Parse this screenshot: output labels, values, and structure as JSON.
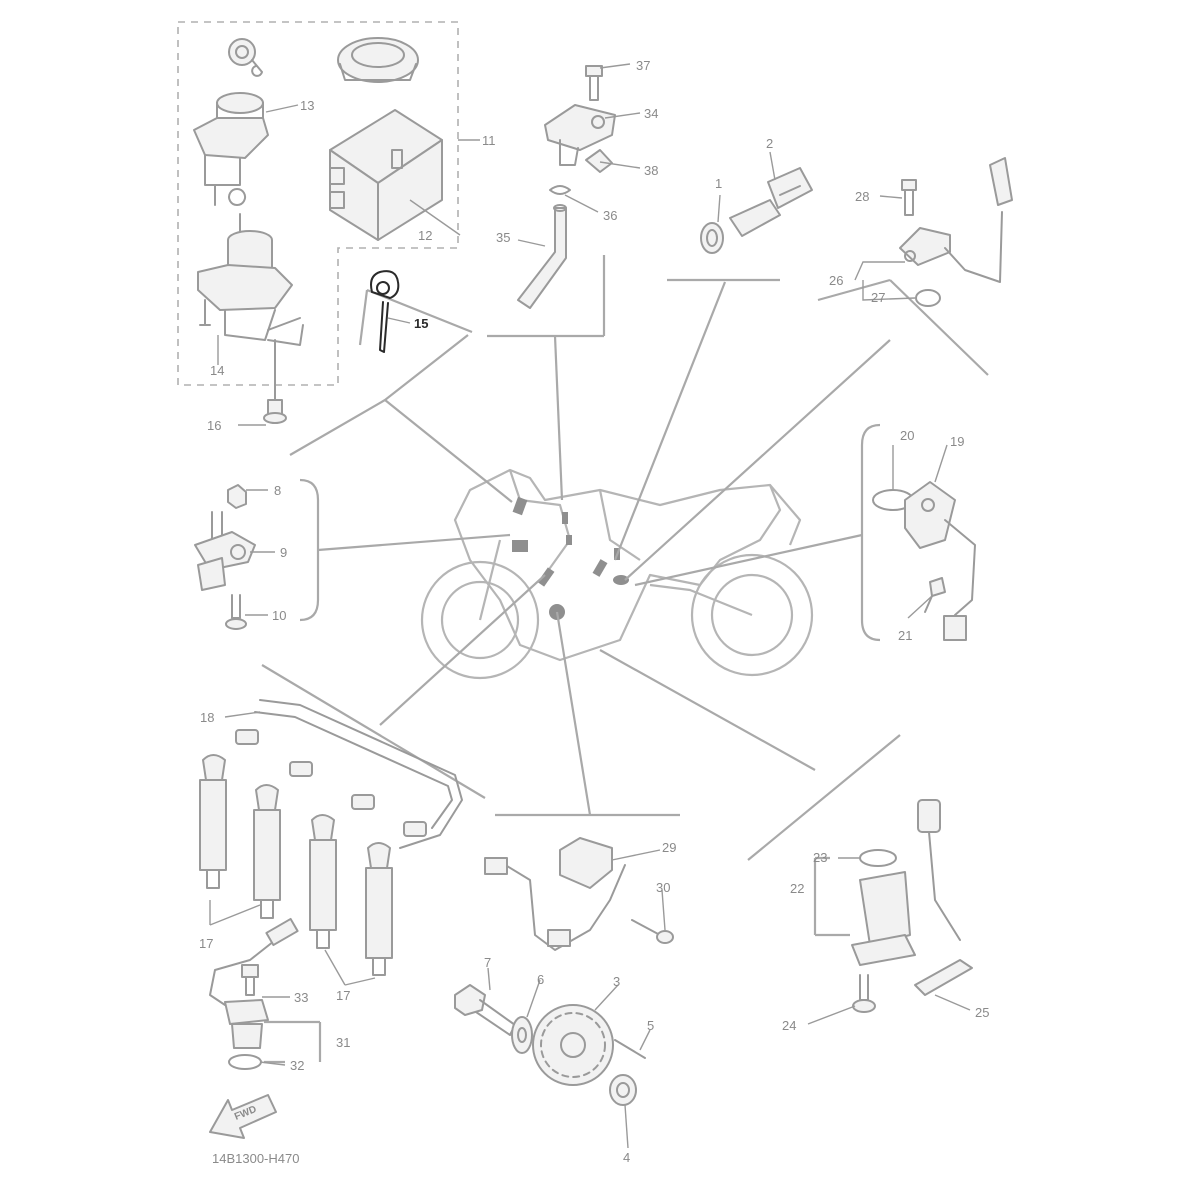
{
  "diagram": {
    "code": "14B1300-H470",
    "fwd_label": "FWD",
    "highlighted_part": "15",
    "colors": {
      "line": "#9a9a9a",
      "highlight": "#2a2a2a",
      "background": "#ffffff"
    }
  },
  "callouts": {
    "n1": "1",
    "n2": "2",
    "n3": "3",
    "n4": "4",
    "n5": "5",
    "n6": "6",
    "n7": "7",
    "n8": "8",
    "n9": "9",
    "n10": "10",
    "n11": "11",
    "n12": "12",
    "n13": "13",
    "n14": "14",
    "n15": "15",
    "n16": "16",
    "n17a": "17",
    "n17b": "17",
    "n18": "18",
    "n19": "19",
    "n20": "20",
    "n21": "21",
    "n22": "22",
    "n23": "23",
    "n24": "24",
    "n25": "25",
    "n26": "26",
    "n27": "27",
    "n28": "28",
    "n29": "29",
    "n30": "30",
    "n31": "31",
    "n32": "32",
    "n33": "33",
    "n34": "34",
    "n35": "35",
    "n36": "36",
    "n37": "37",
    "n38": "38"
  }
}
